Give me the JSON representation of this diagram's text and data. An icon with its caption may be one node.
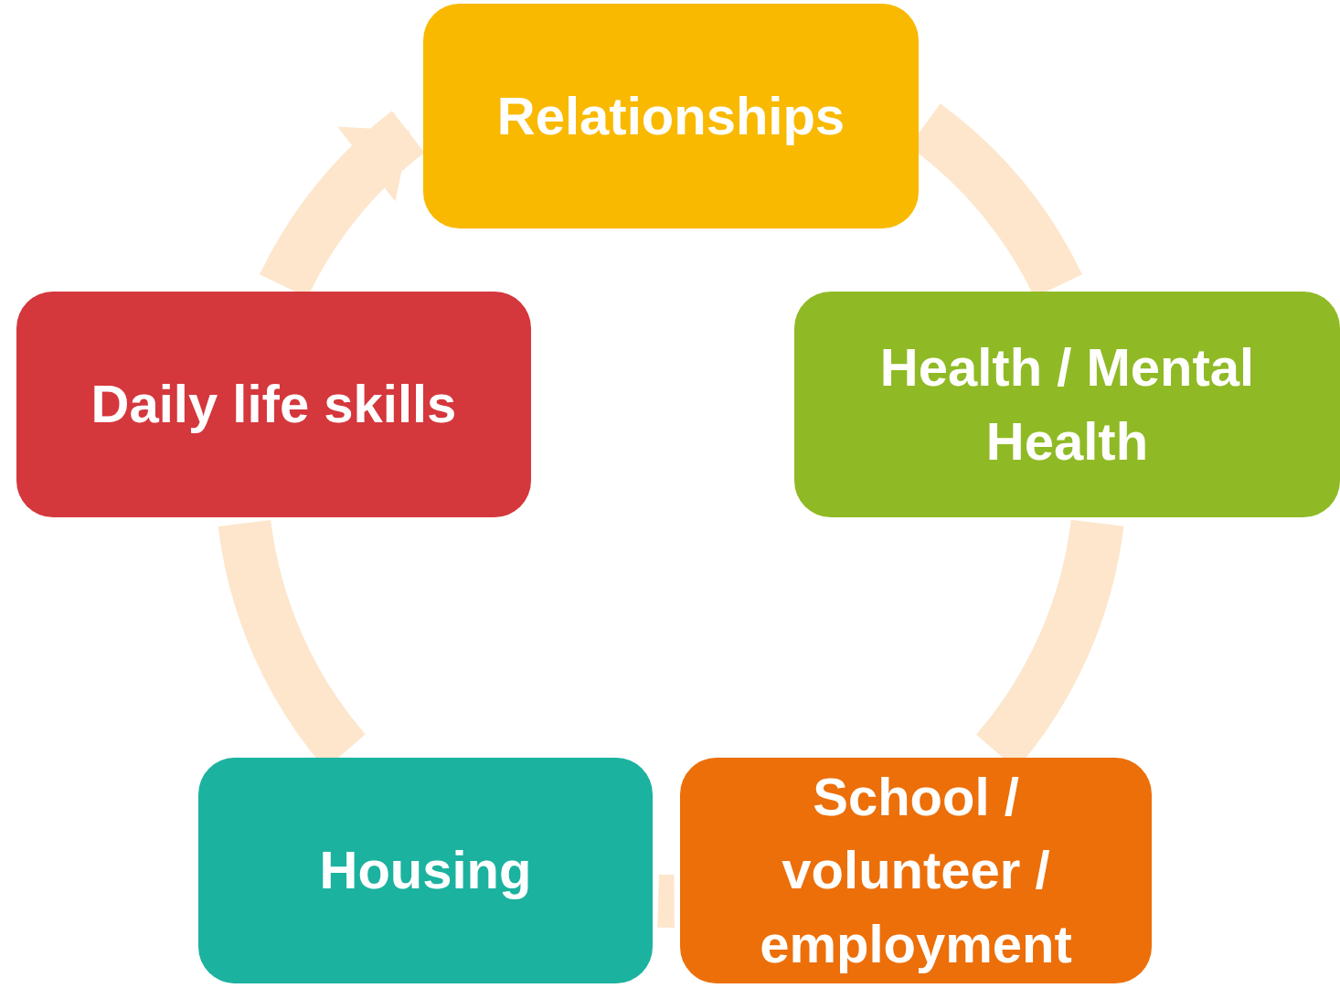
{
  "diagram": {
    "nodes": [
      {
        "text": [
          "Relationships"
        ]
      },
      {
        "text": [
          "Health / Mental Health"
        ]
      },
      {
        "text": [
          "School / volunteer / employment"
        ]
      },
      {
        "text": [
          "Housing"
        ]
      },
      {
        "text": [
          "Daily life skills"
        ]
      }
    ],
    "edges": [
      {
        "from": 0,
        "to": 1,
        "arrow": "none"
      },
      {
        "from": 1,
        "to": 2,
        "arrow": "none"
      },
      {
        "from": 2,
        "to": 3,
        "arrow": "none"
      },
      {
        "from": 3,
        "to": 4,
        "arrow": "none"
      },
      {
        "from": 4,
        "to": 0,
        "arrow": "to"
      }
    ]
  }
}
